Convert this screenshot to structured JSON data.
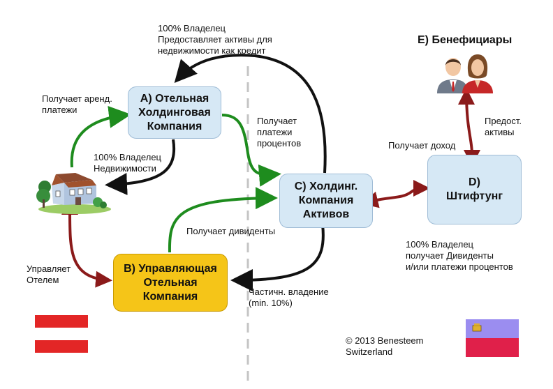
{
  "boxes": {
    "a": "A)  Отельная\nХолдинговая\nКомпания",
    "b": "B) Управляющая\nОтельная\nКомпания",
    "c": "C) Холдинг.\nКомпания\nАктивов",
    "d": "D)\nШтифтунг"
  },
  "beneficiaries_title": "E) Бенефициары",
  "labels": {
    "owner_top": "100% Владелец\nПредоставляет активы для\nнедвижимости как кредит",
    "rent": "Получает аренд.\nплатежи",
    "interest": "Получает\nплатежи\nпроцентов",
    "owner_property": "100% Владелец\nНедвижимости",
    "dividends": "Получает дивиденты",
    "manages": "Управляет\nОтелем",
    "partial": "Частичн. владение\n(min. 10%)",
    "income": "Получает доход",
    "provides": "Предост.\nактивы",
    "owner_d": "100% Владелец\nполучает Дивиденты\nи/или платежи процентов",
    "copyright": "© 2013 Benesteem\nSwitzerland"
  },
  "colors": {
    "green": "#1e8c1e",
    "black": "#111111",
    "maroon": "#8b1a1a",
    "box_blue": "#d6e8f5",
    "box_gold": "#f5c518",
    "austria_red": "#e32626",
    "liechtenstein_blue": "#9b8df0",
    "liechtenstein_red": "#e0204a"
  },
  "icons": [
    "house-icon",
    "beneficiaries-icon",
    "austria-flag-icon",
    "liechtenstein-flag-icon"
  ]
}
